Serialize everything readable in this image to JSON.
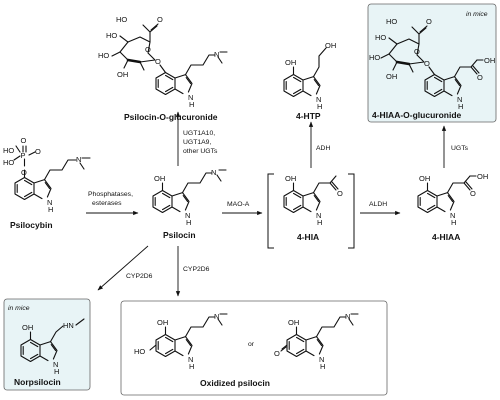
{
  "compounds": {
    "psilocybin": "Psilocybin",
    "psilocin": "Psilocin",
    "hia": "4-HIA",
    "hiaa": "4-HIAA",
    "htp": "4-HTP",
    "psilocin_glucuronide": "Psilocin-O-glucuronide",
    "hiaa_glucuronide": "4-HIAA-O-glucuronide",
    "norpsilocin": "Norpsilocin",
    "oxidized": "Oxidized psilocin"
  },
  "enzymes": {
    "phosphatases_1": "Phosphatases,",
    "phosphatases_2": "esterases",
    "ugt_1": "UGT1A10,",
    "ugt_2": "UGT1A9,",
    "ugt_3": "other UGTs",
    "maoa": "MAO-A",
    "aldh": "ALDH",
    "adh": "ADH",
    "ugts": "UGTs",
    "cyp_left": "CYP2D6",
    "cyp_down": "CYP2D6"
  },
  "notes": {
    "in_mice_1": "in mice",
    "in_mice_2": "in mice",
    "or": "or"
  },
  "atoms": {
    "OH": "OH",
    "HO": "HO",
    "H": "H",
    "N": "N",
    "NH": "NH",
    "HN": "HN",
    "O": "O",
    "P": "P"
  }
}
